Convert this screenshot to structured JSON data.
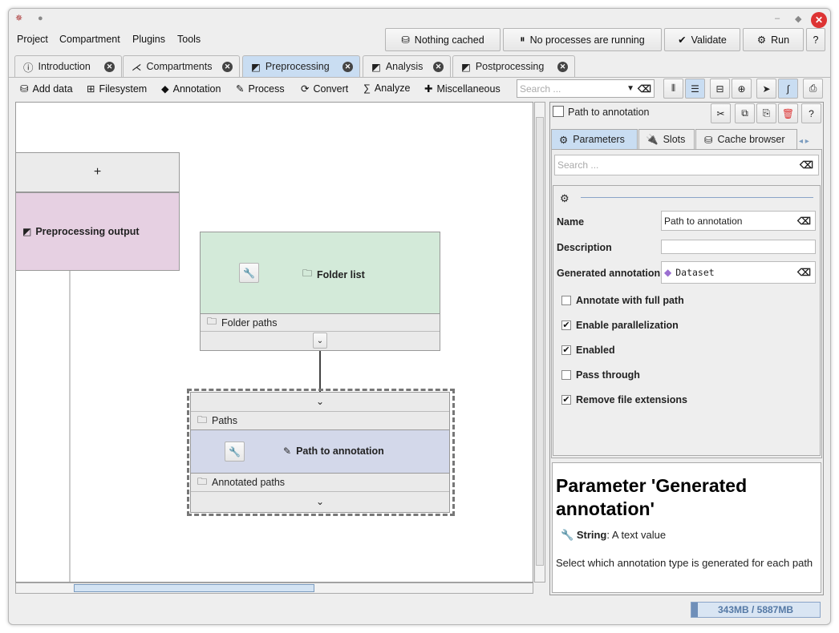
{
  "menu": {
    "items": [
      "Project",
      "Compartment",
      "Plugins",
      "Tools"
    ]
  },
  "topbar": {
    "cache": "Nothing cached",
    "processes": "No processes are running",
    "validate": "Validate",
    "run": "Run",
    "help": "?"
  },
  "tabs": [
    {
      "label": "Introduction"
    },
    {
      "label": "Compartments"
    },
    {
      "label": "Preprocessing"
    },
    {
      "label": "Analysis"
    },
    {
      "label": "Postprocessing"
    }
  ],
  "toolbar": {
    "items": [
      "Add data",
      "Filesystem",
      "Annotation",
      "Process",
      "Convert",
      "Analyze",
      "Miscellaneous"
    ],
    "search_placeholder": "Search ..."
  },
  "graph": {
    "output_node": {
      "plus": "+",
      "label": "Preprocessing output"
    },
    "folder_node": {
      "title": "Folder list",
      "output_slot": "Folder paths"
    },
    "annot_node": {
      "input_slot": "Paths",
      "title": "Path to annotation",
      "output_slot": "Annotated paths"
    }
  },
  "panel": {
    "title": "Path to annotation",
    "tabs": [
      "Parameters",
      "Slots",
      "Cache browser"
    ],
    "search_placeholder": "Search ...",
    "params": {
      "name_label": "Name",
      "name_value": "Path to annotation",
      "description_label": "Description",
      "description_value": "",
      "generated_label": "Generated annotation",
      "generated_value": "Dataset"
    },
    "checkboxes": [
      {
        "label": "Annotate with full path",
        "checked": false
      },
      {
        "label": "Enable parallelization",
        "checked": true
      },
      {
        "label": "Enabled",
        "checked": true
      },
      {
        "label": "Pass through",
        "checked": false
      },
      {
        "label": "Remove file extensions",
        "checked": true
      }
    ],
    "doc": {
      "heading": "Parameter 'Generated annotation'",
      "type_name": "String",
      "type_desc": ": A text value",
      "description": "Select which annotation type is generated for each path"
    }
  },
  "status": {
    "memory": "343MB / 5887MB"
  },
  "colors": {
    "accent": "#c9ddf2",
    "output_node": "#e6d0e2",
    "folder_node": "#d3ead9",
    "annot_node": "#d3d8ea"
  }
}
